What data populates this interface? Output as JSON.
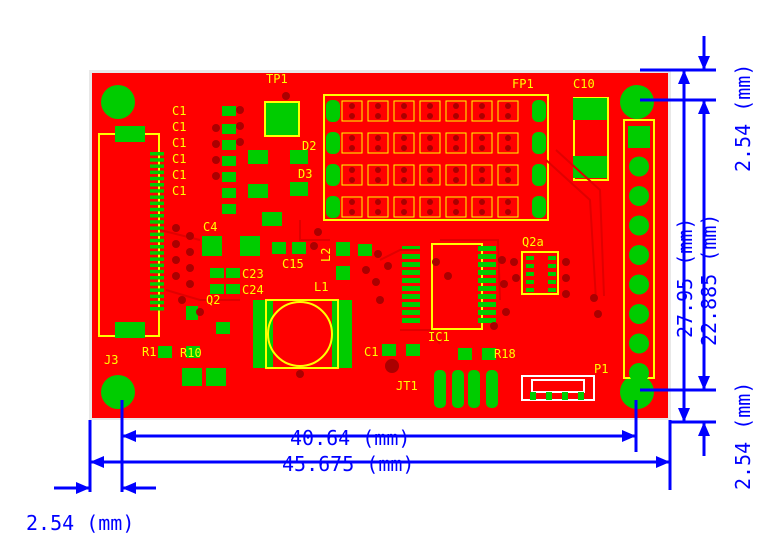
{
  "board": {
    "colors": {
      "background": "#ffffff",
      "board_outline": "#e8e8e8",
      "copper": "#ff0000",
      "pad": "#00cc00",
      "via": "#aa0000",
      "silkscreen": "#ffff00",
      "dimension": "#0000ff"
    },
    "silk_labels": {
      "tp1": "TP1",
      "fp1": "FP1",
      "c10": "C10",
      "c1a": "C1",
      "c1b": "C1",
      "c1c": "C1",
      "c1d": "C1",
      "c1e": "C1",
      "c1f": "C1",
      "d2": "D2",
      "d3": "D3",
      "c4": "C4",
      "c15": "C15",
      "l2": "L2",
      "q2a": "Q2a",
      "c23": "C23",
      "c24": "C24",
      "l1": "L1",
      "ic1": "IC1",
      "q2": "Q2",
      "r1": "R1",
      "r10": "R10",
      "c1_bottom": "C1",
      "r18": "R18",
      "jt1": "JT1",
      "p1": "P1",
      "j3": "J3"
    },
    "icons": {
      "mounting_hole": "green-circle",
      "via": "dark-red-dot"
    }
  },
  "dimensions": {
    "horizontal_inner": "40.64 (mm)",
    "horizontal_outer": "45.675 (mm)",
    "bottom_left_offset": "2.54 (mm)",
    "vertical_top_right": "2.54 (mm)",
    "vertical_inner": "27.95 (mm)",
    "vertical_outer": "22.885 (mm)",
    "vertical_bottom_right": "2.54 (mm)"
  }
}
